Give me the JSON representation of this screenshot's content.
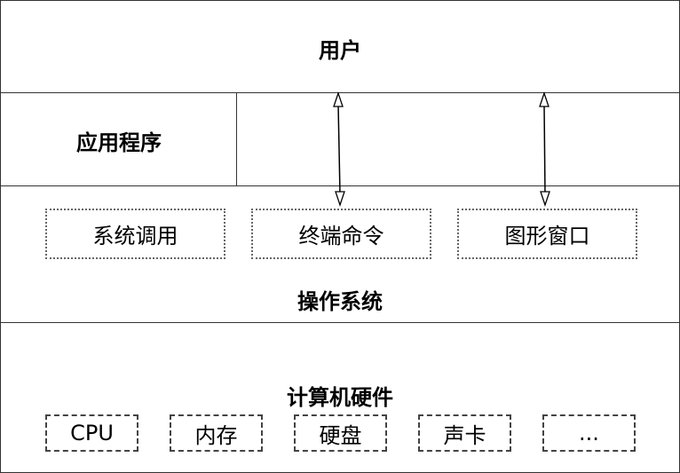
{
  "user_layer": {
    "label": "用户"
  },
  "app_layer": {
    "label": "应用程序"
  },
  "os_layer": {
    "label": "操作系统",
    "items": [
      "系统调用",
      "终端命令",
      "图形窗口"
    ]
  },
  "hw_layer": {
    "label": "计算机硬件",
    "items": [
      "CPU",
      "内存",
      "硬盘",
      "声卡",
      "..."
    ]
  }
}
